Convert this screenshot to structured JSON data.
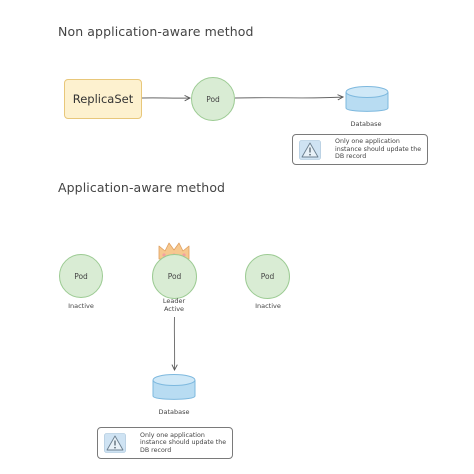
{
  "sections": {
    "non_aware_title": "Non application-aware method",
    "aware_title": "Application-aware method"
  },
  "non_aware": {
    "replicaset_label": "ReplicaSet",
    "pod_label": "Pod",
    "database_label": "Database",
    "note_text": "Only one application instance should update the DB record"
  },
  "aware": {
    "pods": [
      {
        "label": "Pod",
        "caption": "Inactive"
      },
      {
        "label": "Pod",
        "caption": "Leader Active"
      },
      {
        "label": "Pod",
        "caption": "Inactive"
      }
    ],
    "leader_caption_line1": "Leader",
    "leader_caption_line2": "Active",
    "database_label": "Database",
    "note_text": "Only one application instance should update the DB record"
  },
  "colors": {
    "pod_fill": "#d9ecd4",
    "pod_stroke": "#9ccb93",
    "replicaset_fill": "#fdf1cf",
    "replicaset_stroke": "#e8c77a",
    "db_fill": "#b8dcf2",
    "db_stroke": "#7db8de",
    "warning_fill": "#cfe3f3",
    "crown_fill": "#f6c88f"
  },
  "icons": {
    "warning": "warning-icon",
    "crown": "crown-icon",
    "database": "database-icon"
  }
}
